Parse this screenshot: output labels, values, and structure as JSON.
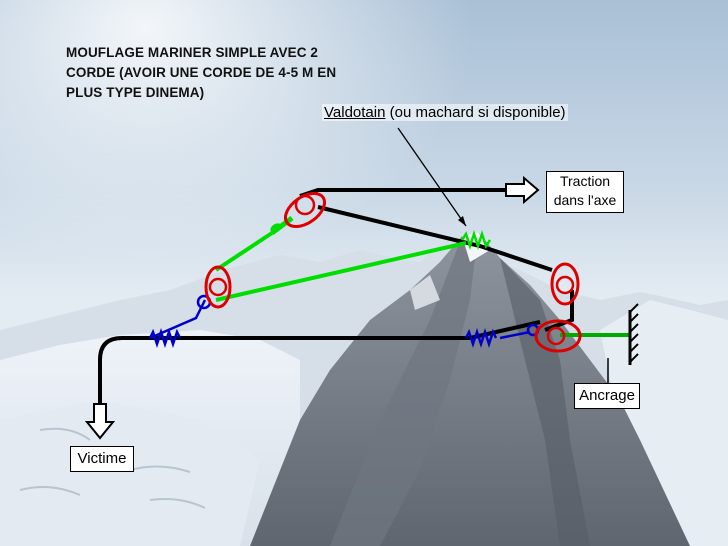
{
  "title_lines": [
    "MOUFLAGE MARINER SIMPLE AVEC 2",
    "CORDE (AVOIR UNE CORDE DE 4-5 M EN",
    "PLUS TYPE DINEMA)"
  ],
  "labels": {
    "valdotain_underlined": "Valdotain",
    "valdotain_rest": " (ou machard si disponible)",
    "traction_line1": "Traction",
    "traction_line2": "dans l'axe",
    "ancrage": "Ancrage",
    "victime": "Victime"
  },
  "colors": {
    "rope_main": "#000000",
    "rope_dinema": "#00dd00",
    "prusik": "#0000cc",
    "pulley": "#dd0000",
    "anchor_link": "#00aa00"
  }
}
